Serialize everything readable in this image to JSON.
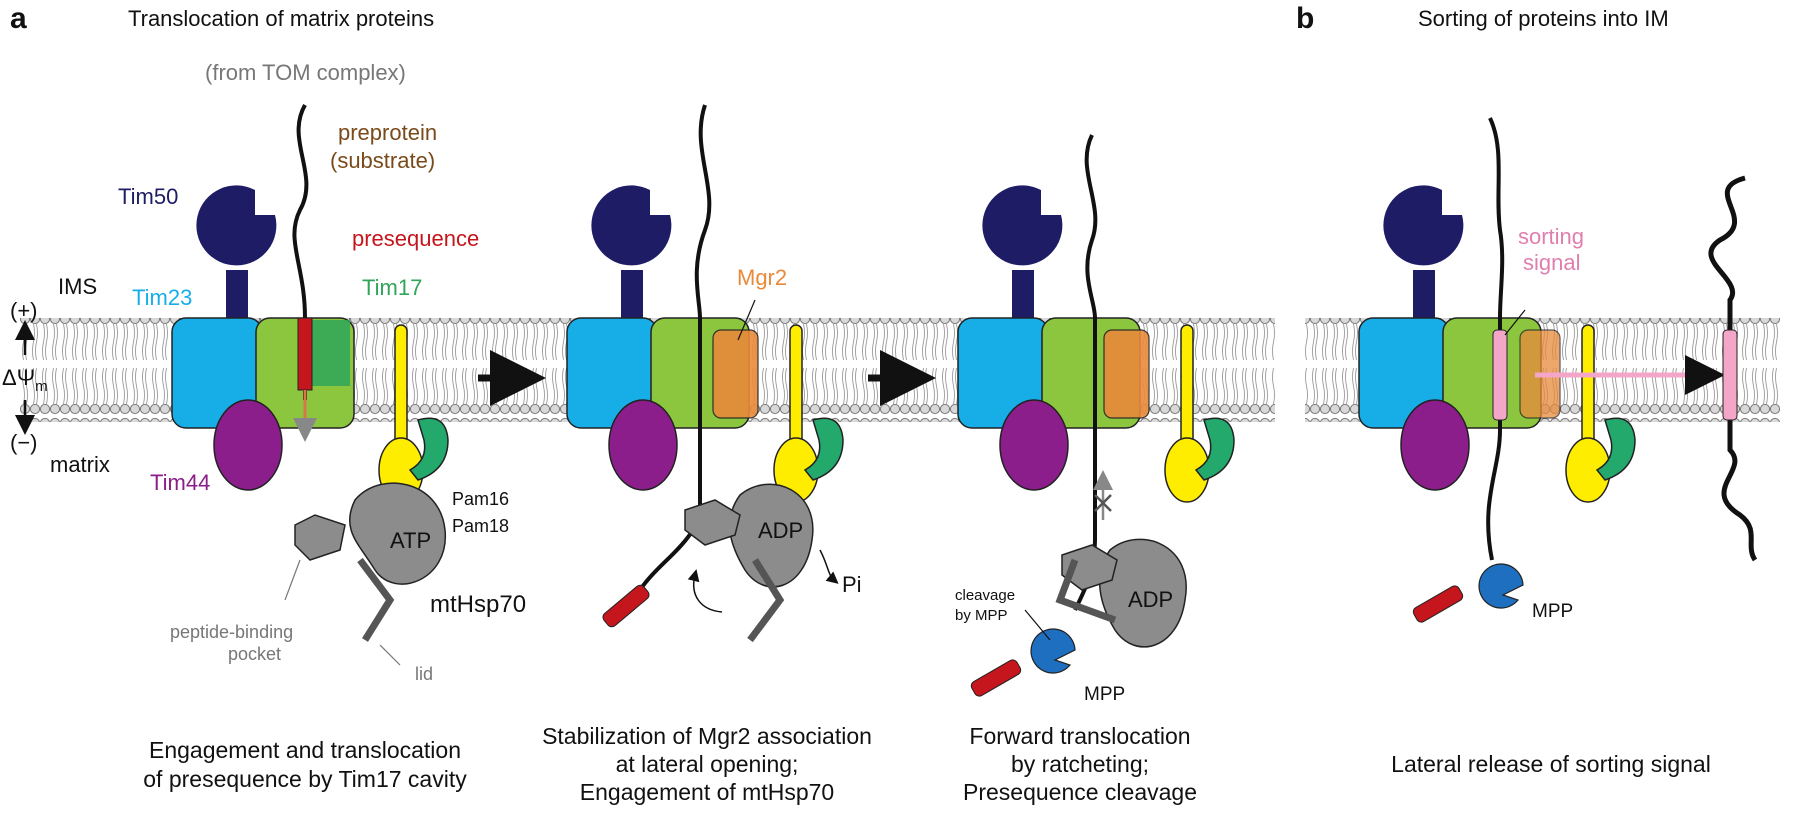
{
  "colors": {
    "tim50": "#1f1c66",
    "tim23": "#17aee8",
    "tim17": "#8bc63e",
    "tim17_dark": "#2fa55a",
    "tim44": "#8b1e8b",
    "mgr2": "#e98a3a",
    "pam18": "#ffed00",
    "pam16": "#23a96b",
    "hsp70": "#8c8c8c",
    "presequence": "#c4161c",
    "preprotein_label": "#7a4a1a",
    "mpp": "#1e6fbf",
    "sorting": "#f4a6c8",
    "membrane_head": "#d6d6d6",
    "membrane_tail": "#9a9a9a"
  },
  "panel_a": {
    "letter": "a",
    "title": "Translocation of matrix proteins",
    "from_tom": "(from TOM complex)",
    "preprotein": "preprotein",
    "substrate": "(substrate)",
    "presequence": "presequence",
    "tim50": "Tim50",
    "tim23": "Tim23",
    "tim17": "Tim17",
    "tim44": "Tim44",
    "ims": "IMS",
    "matrix": "matrix",
    "plus": "(+)",
    "minus": "(−)",
    "delta_psi": "ΔΨ",
    "delta_psi_sub": "m",
    "pam16": "Pam16",
    "pam18": "Pam18",
    "atp": "ATP",
    "mthsp70": "mtHsp70",
    "peptide_pocket_1": "peptide-binding",
    "peptide_pocket_2": "pocket",
    "lid": "lid",
    "mgr2": "Mgr2",
    "adp": "ADP",
    "pi": "Pi",
    "cleavage_1": "cleavage",
    "cleavage_2": "by MPP",
    "mpp": "MPP",
    "caption1": [
      "Engagement and translocation",
      "of presequence by Tim17 cavity"
    ],
    "caption2": [
      "Stabilization of Mgr2 association",
      "at lateral opening;",
      "Engagement of mtHsp70"
    ],
    "caption3": [
      "Forward translocation",
      "by ratcheting;",
      "Presequence cleavage"
    ]
  },
  "panel_b": {
    "letter": "b",
    "title": "Sorting of proteins into IM",
    "sorting_1": "sorting",
    "sorting_2": "signal",
    "mpp": "MPP",
    "caption": "Lateral release of sorting signal"
  }
}
